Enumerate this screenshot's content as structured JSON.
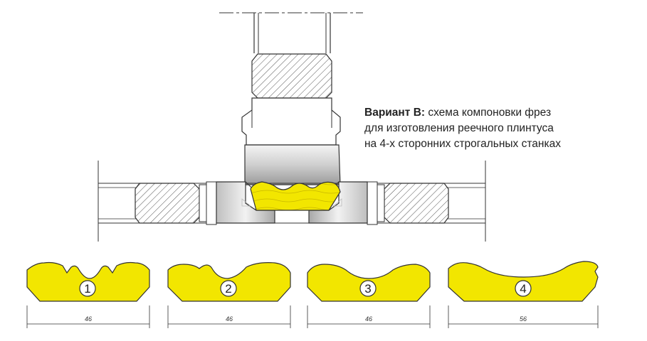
{
  "caption": {
    "title": "Вариант В:",
    "line1_rest": " схема компоновки фрез",
    "line2": "для изготовления реечного плинтуса",
    "line3": "на 4-х сторонних строгальных станках"
  },
  "profiles": [
    {
      "number": "1",
      "width": "46"
    },
    {
      "number": "2",
      "width": "46"
    },
    {
      "number": "3",
      "width": "46"
    },
    {
      "number": "4",
      "width": "56"
    }
  ],
  "colors": {
    "wood": "#F2E600",
    "outline": "#333333",
    "steel": "#d9d9d9",
    "hatch": "#555555"
  }
}
